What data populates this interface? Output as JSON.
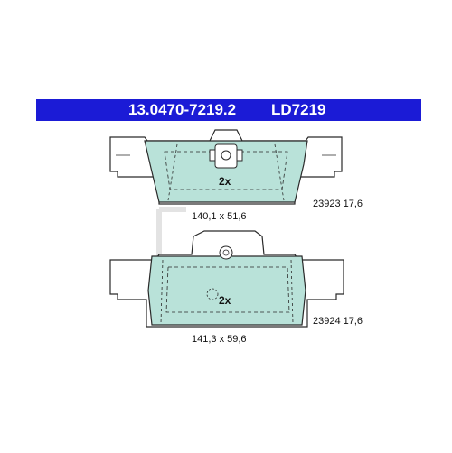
{
  "header": {
    "part_number": "13.0470-7219.2",
    "ref_code": "LD7219"
  },
  "colors": {
    "header_bg": "#1b1bd6",
    "pad_fill": "#b9e2d9",
    "plate_fill": "#ffffff",
    "outline": "#2a2a2a",
    "watermark": "#d0d0d0"
  },
  "pads": [
    {
      "quantity": "2x",
      "dimensions": "140,1 x 51,6",
      "article": "23923 17,6"
    },
    {
      "quantity": "2x",
      "dimensions": "141,3 x 59,6",
      "article": "23924 17,6"
    }
  ],
  "watermark_icon": "ate-logo-watermark"
}
